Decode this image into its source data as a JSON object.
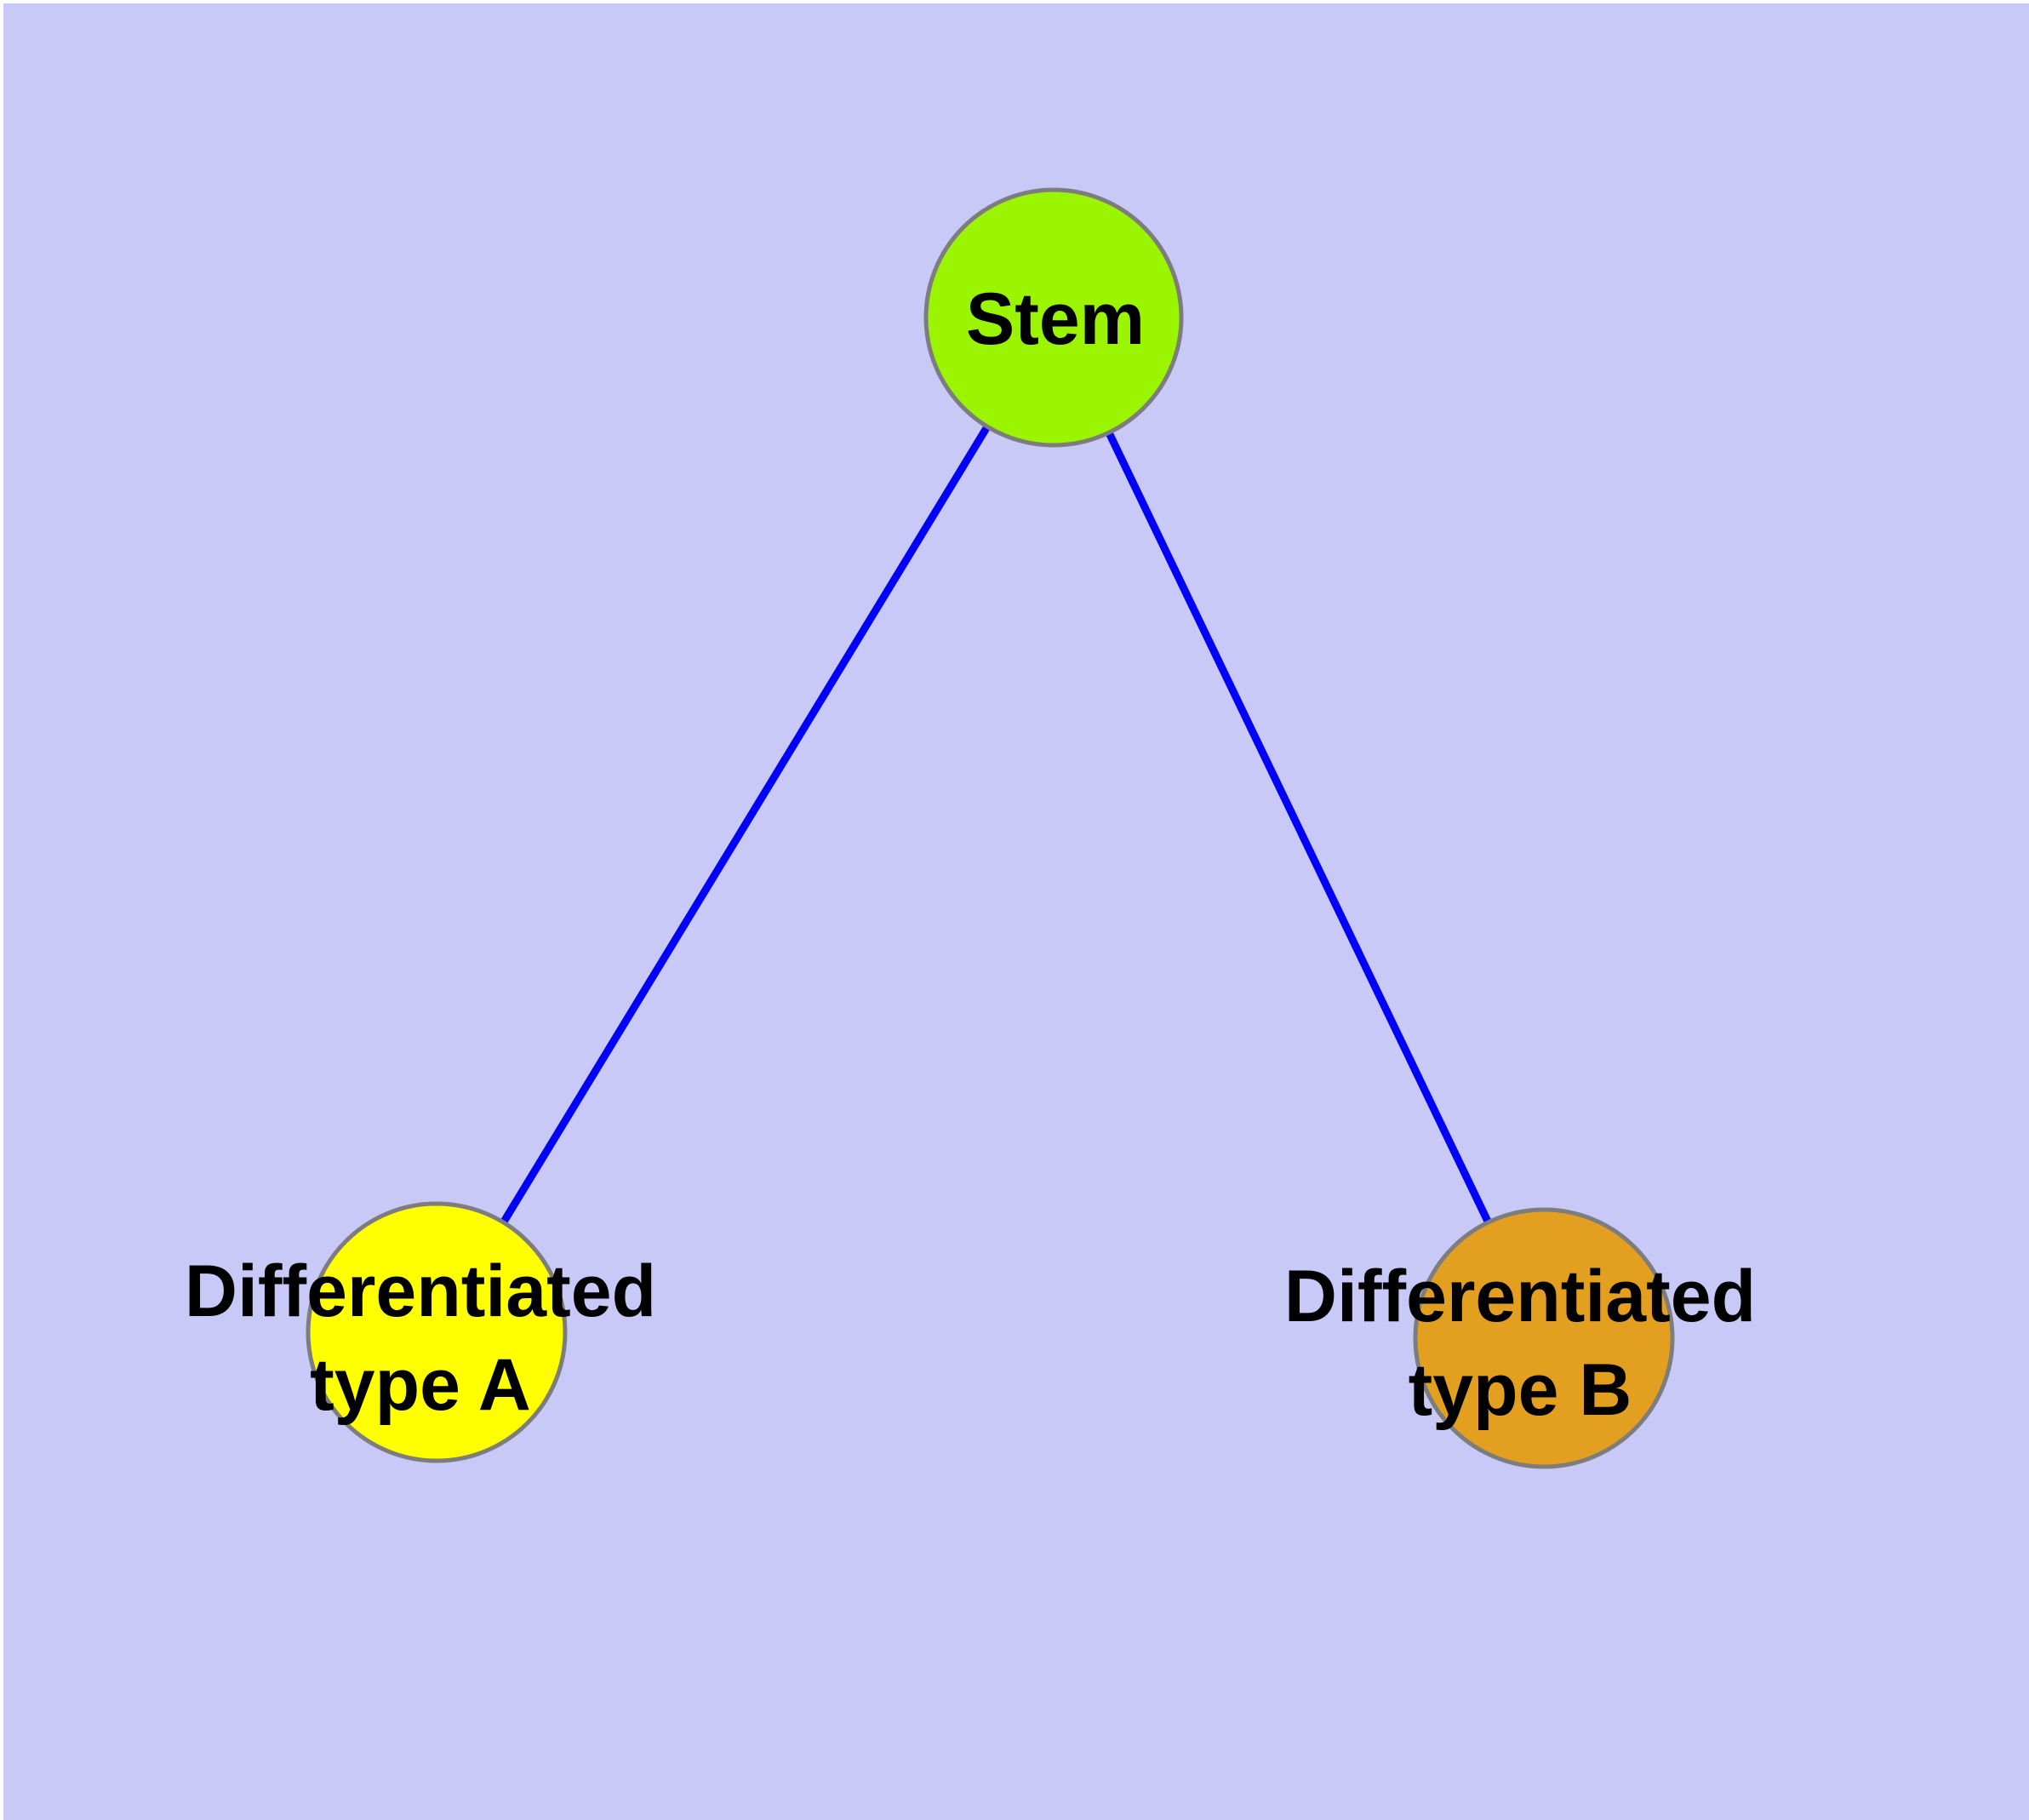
{
  "canvas": {
    "background_color": "#C9C9F8",
    "frame_color": "#FFFFFF"
  },
  "graph": {
    "node_border_color": "#7D7D7D",
    "edge_color": "#0000FB",
    "label_color": "#000000",
    "nodes": [
      {
        "id": "stem",
        "label": "Stem",
        "color": "#9BF500"
      },
      {
        "id": "differentiated-type-a",
        "label_line1": "Differentiated",
        "label_line2": "type A",
        "color": "#FFFF00"
      },
      {
        "id": "differentiated-type-b",
        "label_line1": "Differentiated",
        "label_line2": "type B",
        "color": "#E3A020"
      }
    ],
    "edges": [
      {
        "from": "Stem",
        "to": "Differentiated type A"
      },
      {
        "from": "Stem",
        "to": "Differentiated type B"
      }
    ]
  }
}
